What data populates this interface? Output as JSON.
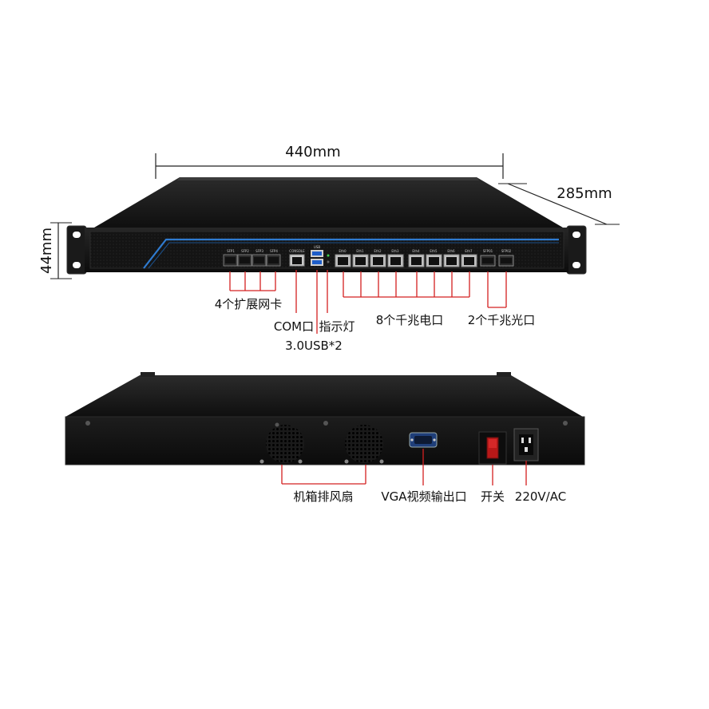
{
  "dimensions": {
    "width": "440mm",
    "depth": "285mm",
    "height": "44mm"
  },
  "front_panel": {
    "sfp_expansion": [
      "SFP1",
      "SFP2",
      "SFP3",
      "SFP4"
    ],
    "console": "CONSOLE",
    "usb": "USB",
    "eth": [
      "Eth0",
      "Eth1",
      "Eth2",
      "Eth3",
      "Eth4",
      "Eth5",
      "Eth6",
      "Eth7"
    ],
    "sfp_fiber": [
      "SFP01",
      "SFP02"
    ]
  },
  "callouts": {
    "expansion_cards": "4个扩展网卡",
    "com_port": "COM口",
    "indicator": "指示灯",
    "usb": "3.0USB*2",
    "gigabit_ethernet": "8个千兆电口",
    "gigabit_fiber": "2个千兆光口",
    "fans": "机箱排风扇",
    "vga": "VGA视频输出口",
    "power_switch": "开关",
    "power_input": "220V/AC"
  },
  "colors": {
    "callout_red": "#d42020",
    "panel_blue": "#2f7bd0"
  }
}
